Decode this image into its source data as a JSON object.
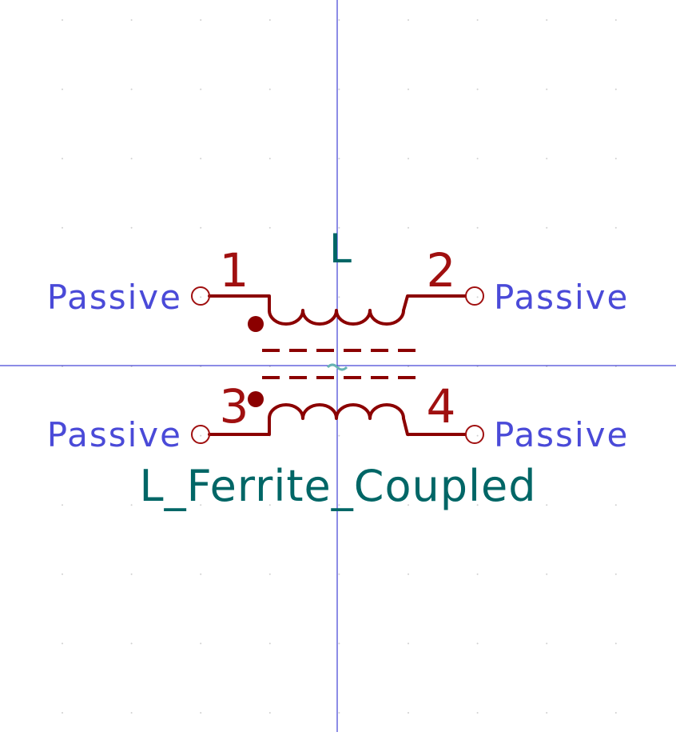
{
  "symbol": {
    "reference": "L",
    "value": "L_Ferrite_Coupled"
  },
  "pins": [
    {
      "number": "1",
      "type": "Passive"
    },
    {
      "number": "2",
      "type": "Passive"
    },
    {
      "number": "3",
      "type": "Passive"
    },
    {
      "number": "4",
      "type": "Passive"
    }
  ],
  "colors": {
    "background": "#ffffff",
    "body": "#8b0000",
    "pin_number": "#a01010",
    "pin_type": "#4a4ad8",
    "field_text": "#006666",
    "axis": "#1a1acc",
    "anchor": "#66b3b3",
    "grid_dot": "#d0d0d0"
  }
}
